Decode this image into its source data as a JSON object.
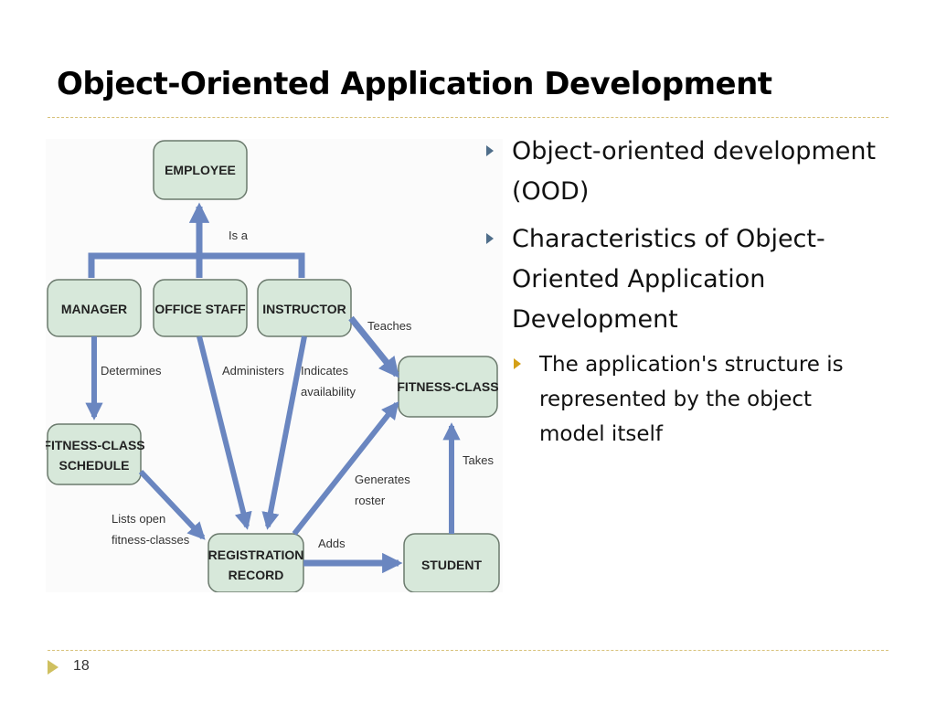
{
  "slide": {
    "title": "Object-Oriented Application Development",
    "page_number": "18"
  },
  "bullets": [
    {
      "level": 1,
      "text": "Object-oriented development (OOD)"
    },
    {
      "level": 1,
      "text": "Characteristics of Object-Oriented Application Development"
    },
    {
      "level": 2,
      "text": "The application's structure is represented by the object model itself"
    }
  ],
  "diagram": {
    "nodes": {
      "employee": "EMPLOYEE",
      "manager": "MANAGER",
      "office_staff": "OFFICE STAFF",
      "instructor": "INSTRUCTOR",
      "fitness_class": "FITNESS-CLASS",
      "schedule_line1": "FITNESS-CLASS",
      "schedule_line2": "SCHEDULE",
      "registration_line1": "REGISTRATION",
      "registration_line2": "RECORD",
      "student": "STUDENT"
    },
    "edges": {
      "is_a": "Is a",
      "teaches": "Teaches",
      "determines": "Determines",
      "administers": "Administers",
      "indicates_line1": "Indicates",
      "indicates_line2": "availability",
      "generates_line1": "Generates",
      "generates_line2": "roster",
      "takes": "Takes",
      "lists_line1": "Lists open",
      "lists_line2": "fitness-classes",
      "adds": "Adds"
    }
  },
  "colors": {
    "arrow": "#6a86c0",
    "node_fill": "#d7e8da",
    "bullet_level1": "#4f6e8a",
    "bullet_level2": "#d4a017"
  }
}
